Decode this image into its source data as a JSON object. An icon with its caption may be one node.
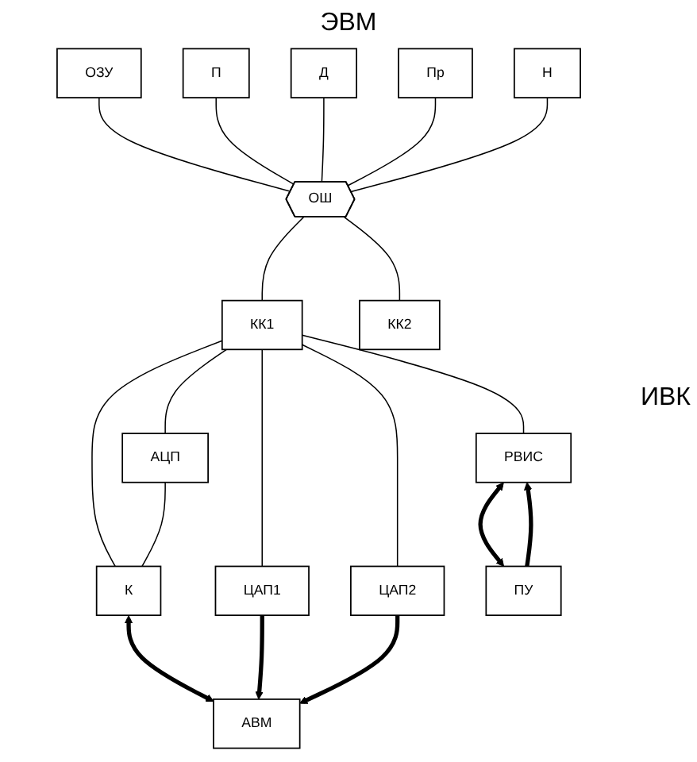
{
  "diagram": {
    "nodes": [
      {
        "text": [
          "ОЗУ"
        ]
      },
      {
        "text": [
          "П"
        ]
      },
      {
        "text": [
          "Д"
        ]
      },
      {
        "text": [
          "Пр"
        ]
      },
      {
        "text": [
          "Н"
        ]
      },
      {
        "text": [
          "ОШ"
        ]
      },
      {
        "text": [
          "КК2"
        ]
      },
      {
        "text": [
          "КК1"
        ]
      },
      {
        "text": [
          "АВМ"
        ]
      },
      {
        "text": [
          "АЦП"
        ]
      },
      {
        "text": [
          "К"
        ]
      },
      {
        "text": [
          "ЦАП1"
        ]
      },
      {
        "text": [
          "ЦАП2"
        ]
      },
      {
        "text": [
          "ПУ"
        ]
      },
      {
        "text": [
          "РВИС"
        ]
      }
    ],
    "edges": [
      {
        "from": 0,
        "to": 5,
        "arrow": "none"
      },
      {
        "from": 1,
        "to": 5,
        "arrow": "none"
      },
      {
        "from": 2,
        "to": 5,
        "arrow": "none"
      },
      {
        "from": 3,
        "to": 5,
        "arrow": "none"
      },
      {
        "from": 4,
        "to": 5,
        "arrow": "none"
      },
      {
        "from": 5,
        "to": 7,
        "arrow": "none"
      },
      {
        "from": 5,
        "to": 6,
        "arrow": "none"
      },
      {
        "from": 7,
        "to": 9,
        "arrow": "none"
      },
      {
        "from": 7,
        "to": 10,
        "arrow": "none"
      },
      {
        "from": 7,
        "to": 11,
        "arrow": "none"
      },
      {
        "from": 7,
        "to": 12,
        "arrow": "none"
      },
      {
        "from": 7,
        "to": 14,
        "arrow": "none"
      },
      {
        "from": 9,
        "to": 10,
        "arrow": "none"
      },
      {
        "from": 10,
        "to": 8,
        "arrow": "both",
        "style": "thick"
      },
      {
        "from": 11,
        "to": 8,
        "arrow": "to",
        "style": "thick"
      },
      {
        "from": 12,
        "to": 8,
        "arrow": "to",
        "style": "thick"
      },
      {
        "from": 13,
        "to": 14,
        "arrow": "to",
        "style": "thick"
      },
      {
        "from": 14,
        "to": 13,
        "arrow": "both",
        "style": "thick"
      }
    ],
    "labels": [
      "ЭВМ",
      "ИВК"
    ]
  }
}
